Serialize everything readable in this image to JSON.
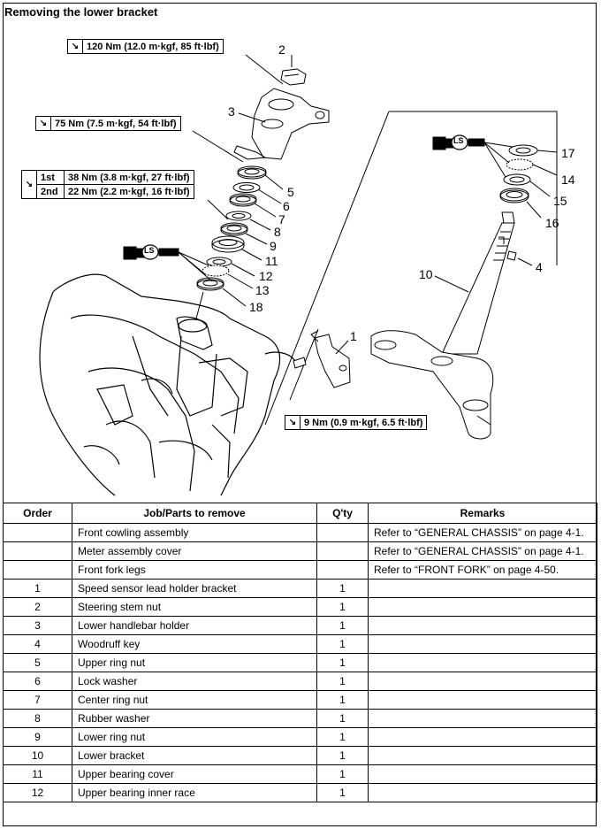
{
  "title": "Removing the lower bracket",
  "torque_specs": {
    "stem_nut": "120 Nm (12.0 m·kgf, 85 ft·lbf)",
    "upper_ring_nut": "75 Nm (7.5 m·kgf, 54 ft·lbf)",
    "lower_ring_nut": [
      {
        "step": "1st",
        "value": "38 Nm (3.8 m·kgf, 27 ft·lbf)"
      },
      {
        "step": "2nd",
        "value": "22 Nm (2.2 m·kgf, 16 ft·lbf)"
      }
    ],
    "holder_bolt": "9 Nm (0.9 m·kgf, 6.5 ft·lbf)"
  },
  "lubricant_label": "LS",
  "callouts": [
    "1",
    "2",
    "3",
    "4",
    "5",
    "6",
    "7",
    "8",
    "9",
    "10",
    "11",
    "12",
    "13",
    "14",
    "15",
    "16",
    "17",
    "18"
  ],
  "table": {
    "headers": {
      "order": "Order",
      "job": "Job/Parts to remove",
      "qty": "Q'ty",
      "remarks": "Remarks"
    },
    "rows": [
      {
        "order": "",
        "job": "Front cowling assembly",
        "qty": "",
        "remarks": "Refer to “GENERAL CHASSIS” on page 4-1."
      },
      {
        "order": "",
        "job": "Meter assembly cover",
        "qty": "",
        "remarks": "Refer to “GENERAL CHASSIS” on page 4-1."
      },
      {
        "order": "",
        "job": "Front fork legs",
        "qty": "",
        "remarks": "Refer to “FRONT FORK” on page 4-50."
      },
      {
        "order": "1",
        "job": "Speed sensor lead holder bracket",
        "qty": "1",
        "remarks": ""
      },
      {
        "order": "2",
        "job": "Steering stem nut",
        "qty": "1",
        "remarks": ""
      },
      {
        "order": "3",
        "job": "Lower handlebar holder",
        "qty": "1",
        "remarks": ""
      },
      {
        "order": "4",
        "job": "Woodruff key",
        "qty": "1",
        "remarks": ""
      },
      {
        "order": "5",
        "job": "Upper ring nut",
        "qty": "1",
        "remarks": ""
      },
      {
        "order": "6",
        "job": "Lock washer",
        "qty": "1",
        "remarks": ""
      },
      {
        "order": "7",
        "job": "Center ring nut",
        "qty": "1",
        "remarks": ""
      },
      {
        "order": "8",
        "job": "Rubber washer",
        "qty": "1",
        "remarks": ""
      },
      {
        "order": "9",
        "job": "Lower ring nut",
        "qty": "1",
        "remarks": ""
      },
      {
        "order": "10",
        "job": "Lower bracket",
        "qty": "1",
        "remarks": ""
      },
      {
        "order": "11",
        "job": "Upper bearing cover",
        "qty": "1",
        "remarks": ""
      },
      {
        "order": "12",
        "job": "Upper bearing inner race",
        "qty": "1",
        "remarks": ""
      }
    ]
  }
}
